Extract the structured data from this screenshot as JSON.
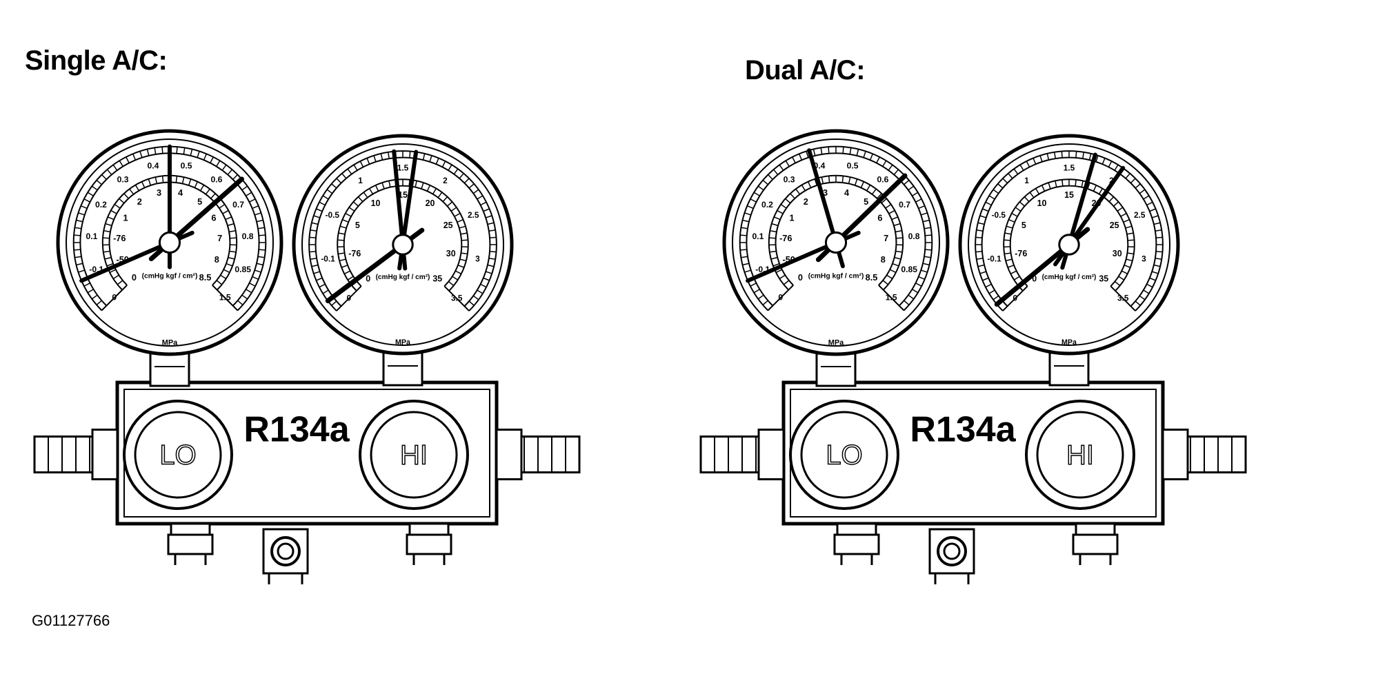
{
  "titles": {
    "single": "Single A/C:",
    "dual": "Dual A/C:"
  },
  "figure_id": "G01127766",
  "gauge_text": {
    "unit_mpa": "MPa",
    "unit_label": "(cmHg kgf / cm²)"
  },
  "low_gauge": {
    "outer_labels": [
      "0",
      "-0.1",
      "0.1",
      "0.2",
      "0.3",
      "0.4",
      "0.5",
      "0.6",
      "0.7",
      "0.8",
      "0.85",
      "1.5"
    ],
    "inner_labels": [
      "0",
      "-50",
      "-76",
      "1",
      "2",
      "3",
      "4",
      "5",
      "6",
      "7",
      "8",
      "8.5"
    ]
  },
  "high_gauge": {
    "outer_labels": [
      "0",
      "-0.1",
      "-0.5",
      "1",
      "1.5",
      "2",
      "2.5",
      "3",
      "3.5"
    ],
    "inner_labels": [
      "0",
      "-76",
      "5",
      "10",
      "15",
      "20",
      "25",
      "30",
      "35"
    ]
  },
  "manifold": {
    "refrigerant": "R134a",
    "lo_label": "LO",
    "hi_label": "HI"
  },
  "needle_readings": {
    "single": {
      "low": [
        0.08,
        0.5,
        0.68
      ],
      "high": [
        0.48,
        0.53,
        0.03
      ]
    },
    "dual": {
      "low": [
        0.08,
        0.44,
        0.67
      ],
      "high": [
        0.56,
        0.63,
        0.02
      ]
    }
  }
}
